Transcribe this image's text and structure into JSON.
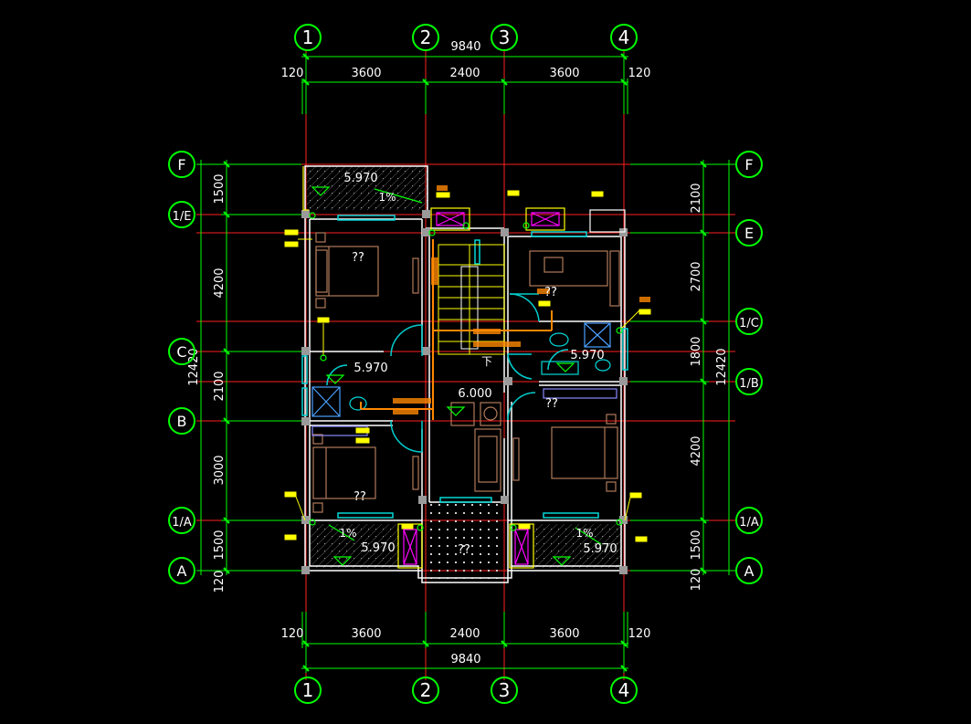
{
  "axes": {
    "top_bubbles": [
      "1",
      "2",
      "3",
      "4"
    ],
    "bottom_bubbles": [
      "1",
      "2",
      "3",
      "4"
    ],
    "left_bubbles": [
      "F",
      "1/E",
      "C",
      "B",
      "1/A",
      "A"
    ],
    "right_bubbles": [
      "F",
      "E",
      "1/C",
      "1/B",
      "1/A",
      "A"
    ]
  },
  "dimensions": {
    "overall_width": "9840",
    "overall_depth": "12420",
    "wall_offset": "120",
    "bay_1_2": "3600",
    "bay_2_3": "2400",
    "bay_3_4": "3600",
    "left_spans": [
      "1500",
      "4200",
      "2100",
      "3000",
      "1500"
    ],
    "right_spans": [
      "2100",
      "2700",
      "1800",
      "4200",
      "1500"
    ]
  },
  "rooms": {
    "bedroom_nw": "??",
    "bedroom_sw": "??",
    "bedroom_se": "??",
    "study_ne": "??",
    "south_balcony": "??"
  },
  "levels": {
    "balcony_north": "5.970",
    "bath_west": "5.970",
    "bath_east": "5.970",
    "balcony_sw": "5.970",
    "balcony_se": "5.970",
    "floor": "6.000"
  },
  "slopes": {
    "north": "1%",
    "sw": "1%",
    "se": "1%"
  },
  "stair_label": "下",
  "colors": {
    "background": "#000000",
    "axis_line": "#ff2020",
    "dimension": "#00ff00",
    "wall": "#ffffff",
    "window": "#00d8d8",
    "furniture": "#b07a5a",
    "door": "#00cccc",
    "pipe": "#ff8800",
    "tag": "#ffff00",
    "fixture": "#ff00ff"
  }
}
